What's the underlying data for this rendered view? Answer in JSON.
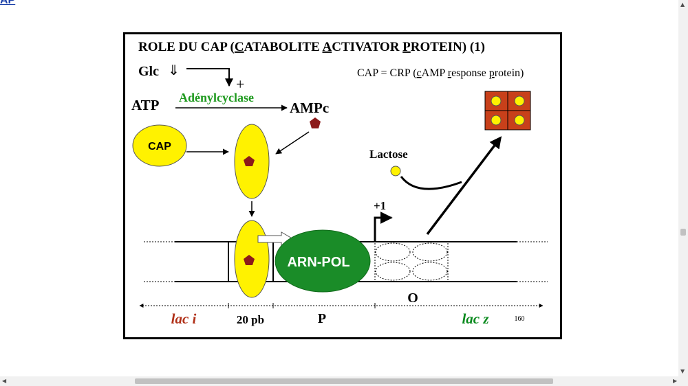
{
  "page": {
    "corner_link_text": "AP"
  },
  "diagram": {
    "title_parts": [
      "ROLE DU CAP (",
      "C",
      "ATABOLITE ",
      "A",
      "CTIVATOR ",
      "P",
      "ROTEIN) (1)"
    ],
    "glc_label": "Glc",
    "glc_arrow": "⇓",
    "plus_sign": "+",
    "atp_label": "ATP",
    "enzyme_label": "Adénylcyclase",
    "ampc_label": "AMPc",
    "crp_note_parts": [
      "CAP = CRP (",
      "c",
      "AMP ",
      "r",
      "esponse ",
      "p",
      "rotein)"
    ],
    "cap_label": "CAP",
    "lactose_label": "Lactose",
    "plus_one_label": "+1",
    "rna_pol_label": "ARN-POL",
    "operator_label": "O",
    "region_labels": {
      "lac_i": "lac i",
      "pb20": "20 pb",
      "promoter": "P",
      "lac_z": "lac z"
    },
    "slide_number": "160",
    "colors": {
      "green": "#0a8a1e",
      "dark_red": "#b03018",
      "yellow": "#fff200",
      "enzyme_text": "#1f9a1f",
      "pol_green": "#1a8c28",
      "maroon": "#8c1a1a",
      "tetramer": "#c8401a"
    }
  }
}
